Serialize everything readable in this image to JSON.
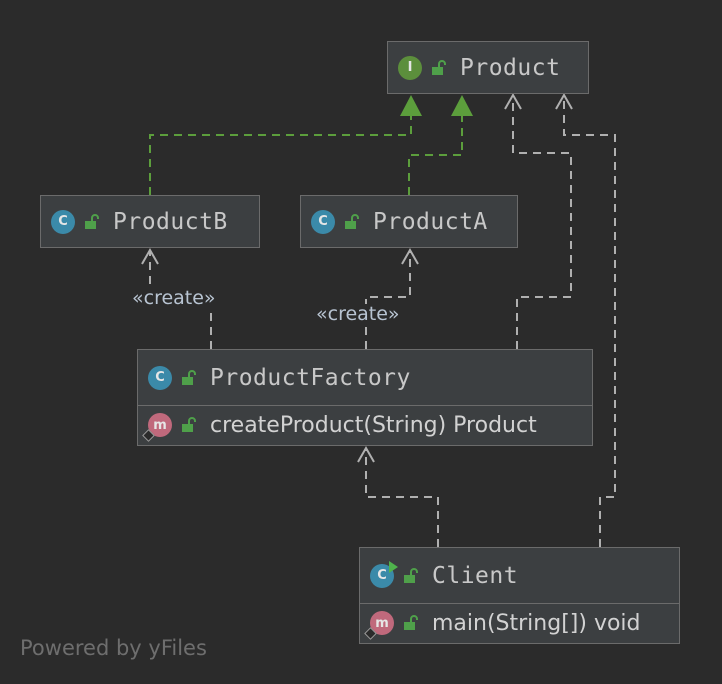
{
  "nodes": {
    "product": {
      "name": "Product",
      "kind_badge": "I"
    },
    "productB": {
      "name": "ProductB",
      "kind_badge": "C"
    },
    "productA": {
      "name": "ProductA",
      "kind_badge": "C"
    },
    "factory": {
      "name": "ProductFactory",
      "kind_badge": "C",
      "method_badge": "m",
      "method": "createProduct(String) Product"
    },
    "client": {
      "name": "Client",
      "kind_badge": "C",
      "method_badge": "m",
      "method": "main(String[]) void"
    }
  },
  "edge_labels": {
    "createB": "«create»",
    "createA": "«create»"
  },
  "footer": "Powered by yFiles",
  "colors": {
    "background": "#2b2b2b",
    "node_fill": "#3c3f41",
    "node_border": "#6b6b6b",
    "implements_edge": "#5c9e3c",
    "dependency_edge": "#b0b0b0",
    "class_badge": "#3b8aa9",
    "interface_badge": "#5c8f3c",
    "method_badge": "#c0697c"
  },
  "icons": [
    "class-icon",
    "interface-icon",
    "method-icon",
    "public-lock-icon",
    "run-icon",
    "static-diamond-icon"
  ]
}
